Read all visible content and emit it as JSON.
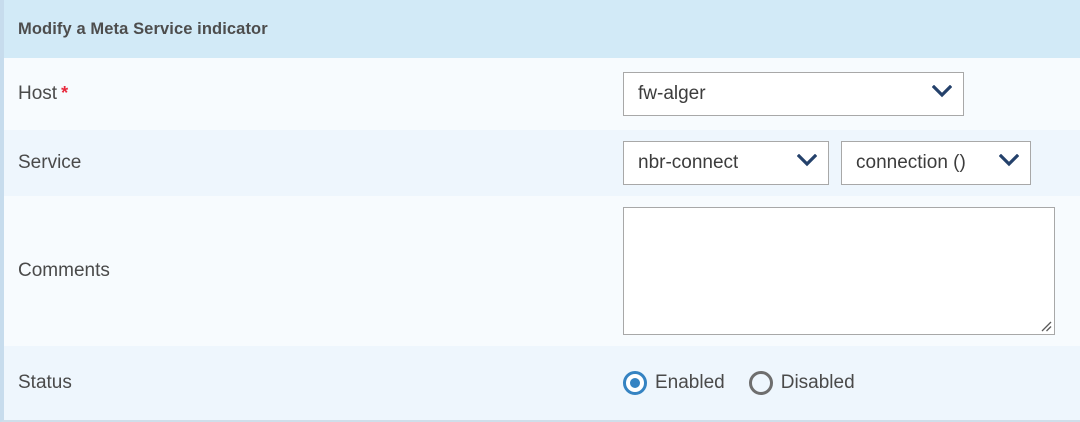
{
  "header": {
    "title": "Modify a Meta Service indicator",
    "background_color": "#d2eaf7",
    "text_color": "#4d4d4d"
  },
  "colors": {
    "row_light": "#f7fbfe",
    "row_alt": "#eef6fd",
    "accent_blue": "#3583c2",
    "required_red": "#e8283c",
    "chevron_navy": "#24416b",
    "control_border": "#a8a8a8"
  },
  "form": {
    "host": {
      "label": "Host",
      "required_marker": "*",
      "select": {
        "name": "host-select",
        "value": "fw-alger",
        "icon": "chevron-down-icon"
      }
    },
    "service": {
      "label": "Service",
      "select_primary": {
        "name": "service-select",
        "value": "nbr-connect",
        "icon": "chevron-down-icon"
      },
      "select_secondary": {
        "name": "service-metric-select",
        "value": "connection ()",
        "icon": "chevron-down-icon"
      }
    },
    "comments": {
      "label": "Comments",
      "textarea": {
        "name": "comments-textarea",
        "value": "",
        "placeholder": ""
      }
    },
    "status": {
      "label": "Status",
      "options": [
        {
          "label": "Enabled",
          "selected": true
        },
        {
          "label": "Disabled",
          "selected": false
        }
      ]
    }
  }
}
